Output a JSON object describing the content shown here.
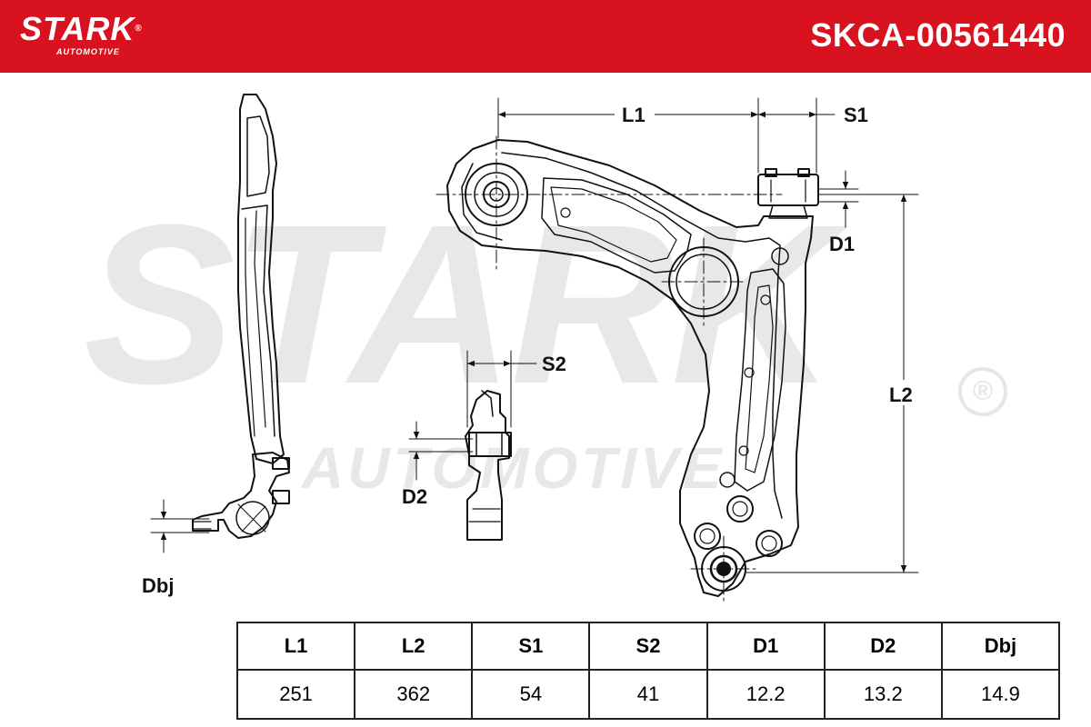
{
  "brand": {
    "name": "STARK",
    "registered": "®",
    "sub": "AUTOMOTIVE"
  },
  "part_number": "SKCA-00561440",
  "watermark": {
    "main": "STARK",
    "sub": "AUTOMOTIVE",
    "registered": "®"
  },
  "dimension_labels": {
    "l1": "L1",
    "s1": "S1",
    "d1": "D1",
    "l2": "L2",
    "s2": "S2",
    "d2": "D2",
    "dbj": "Dbj"
  },
  "spec_table": {
    "headers": [
      "L1",
      "L2",
      "S1",
      "S2",
      "D1",
      "D2",
      "Dbj"
    ],
    "values": [
      "251",
      "362",
      "54",
      "41",
      "12.2",
      "13.2",
      "14.9"
    ]
  },
  "colors": {
    "header_bg": "#d8121f",
    "header_text": "#ffffff",
    "line": "#111111",
    "watermark": "#e8e8e8"
  }
}
